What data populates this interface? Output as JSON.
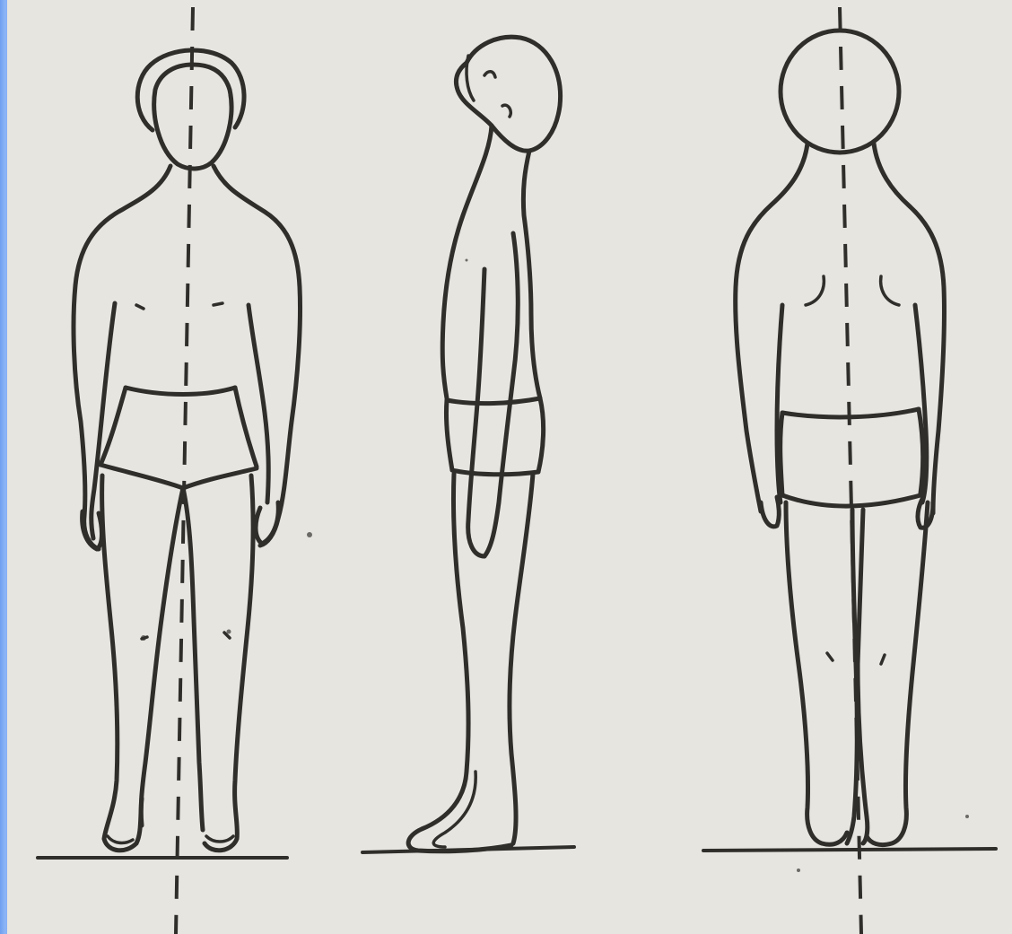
{
  "figure": {
    "panels": [
      {
        "view": "front",
        "icon": "front-standing-figure-icon"
      },
      {
        "view": "side",
        "icon": "side-standing-figure-icon"
      },
      {
        "view": "back",
        "icon": "back-standing-figure-icon"
      }
    ],
    "colors": {
      "ink": "#2f2e2b",
      "paper": "#e7e5e0",
      "border": "#7aa7f2"
    }
  }
}
